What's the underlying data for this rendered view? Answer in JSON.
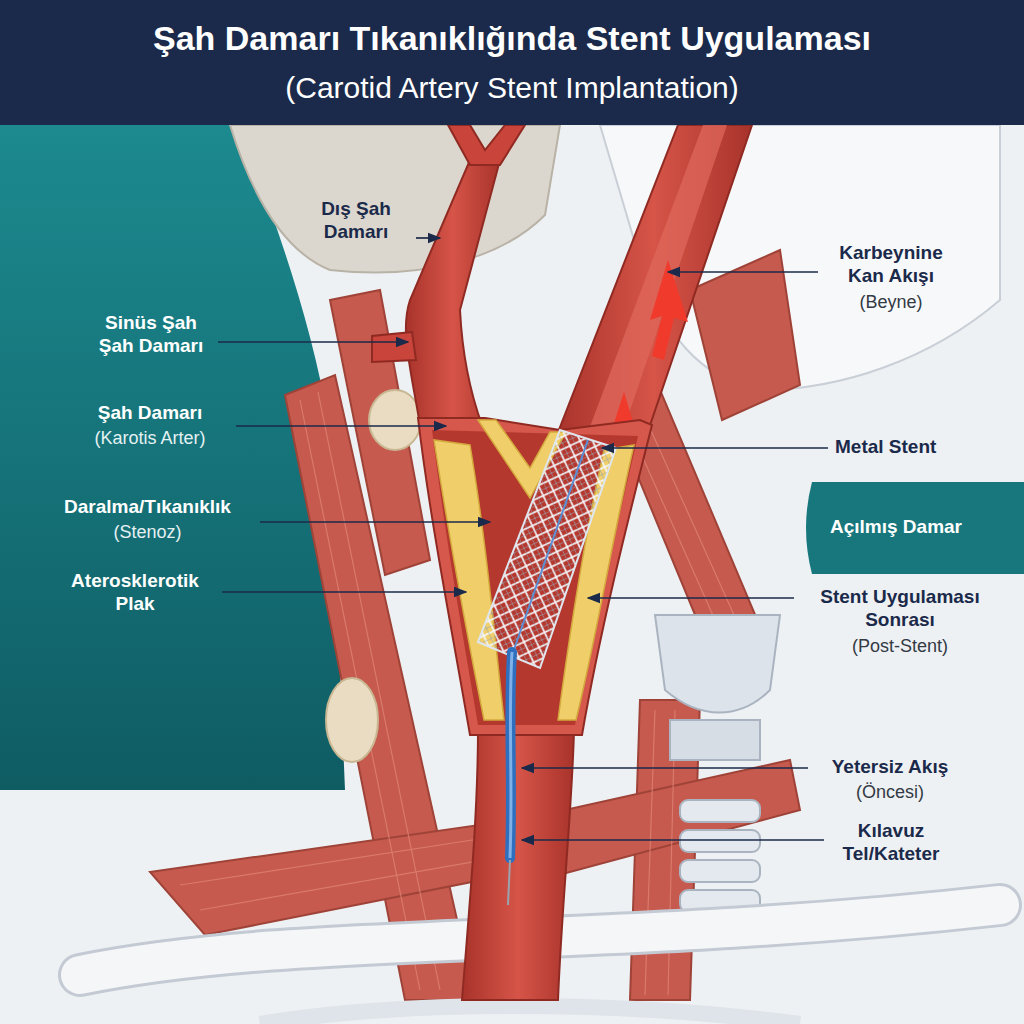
{
  "diagram": {
    "title": "Şah Damarı Tıkanıklığında Stent Uygulaması",
    "labels": [
      "(Carotid Artery Stent Implantation)",
      "Dış Şah Damarı",
      "Sinüs Şah Şah Damarı",
      "Şah Damarı",
      "(Karotis Arter)",
      "Daralma/Tıkanıklık",
      "(Stenoz)",
      "Aterosklerotik Plak",
      "Karbeynine Kan Akışı",
      "(Beyne)",
      "Metal Stent",
      "Açılmış Damar",
      "Stent Uygulaması Sonrası",
      "(Post-Stent)",
      "Yetersiz Akış",
      "(Öncesi)",
      "Kılavuz Tel/Kateter"
    ]
  }
}
